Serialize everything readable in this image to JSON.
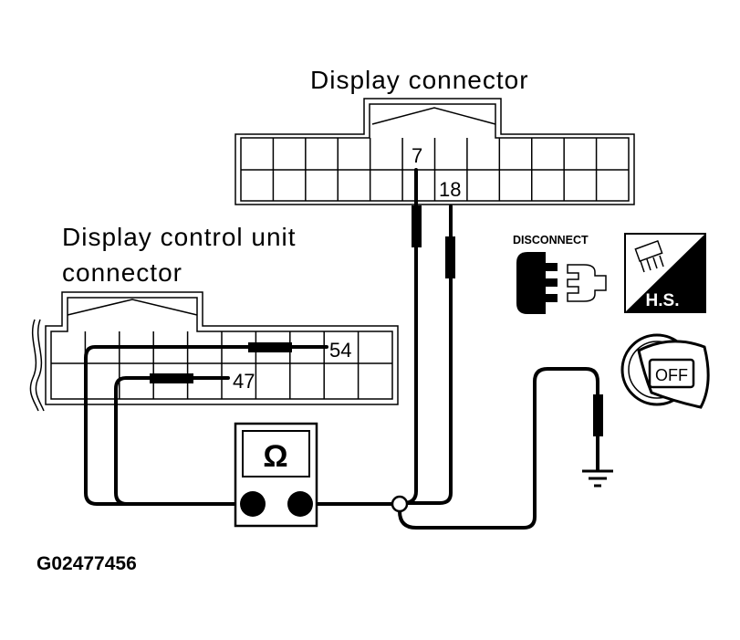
{
  "labels": {
    "display_connector": "Display connector",
    "control_unit_line1": "Display control unit",
    "control_unit_line2": "connector",
    "figure_code": "G02477456"
  },
  "pins": {
    "display_pin_a": "7",
    "display_pin_b": "18",
    "control_pin_a": "54",
    "control_pin_b": "47"
  },
  "meter": {
    "symbol": "Ω"
  },
  "icons": {
    "disconnect_label": "DISCONNECT",
    "hs_label": "H.S.",
    "ignition_label": "OFF"
  }
}
